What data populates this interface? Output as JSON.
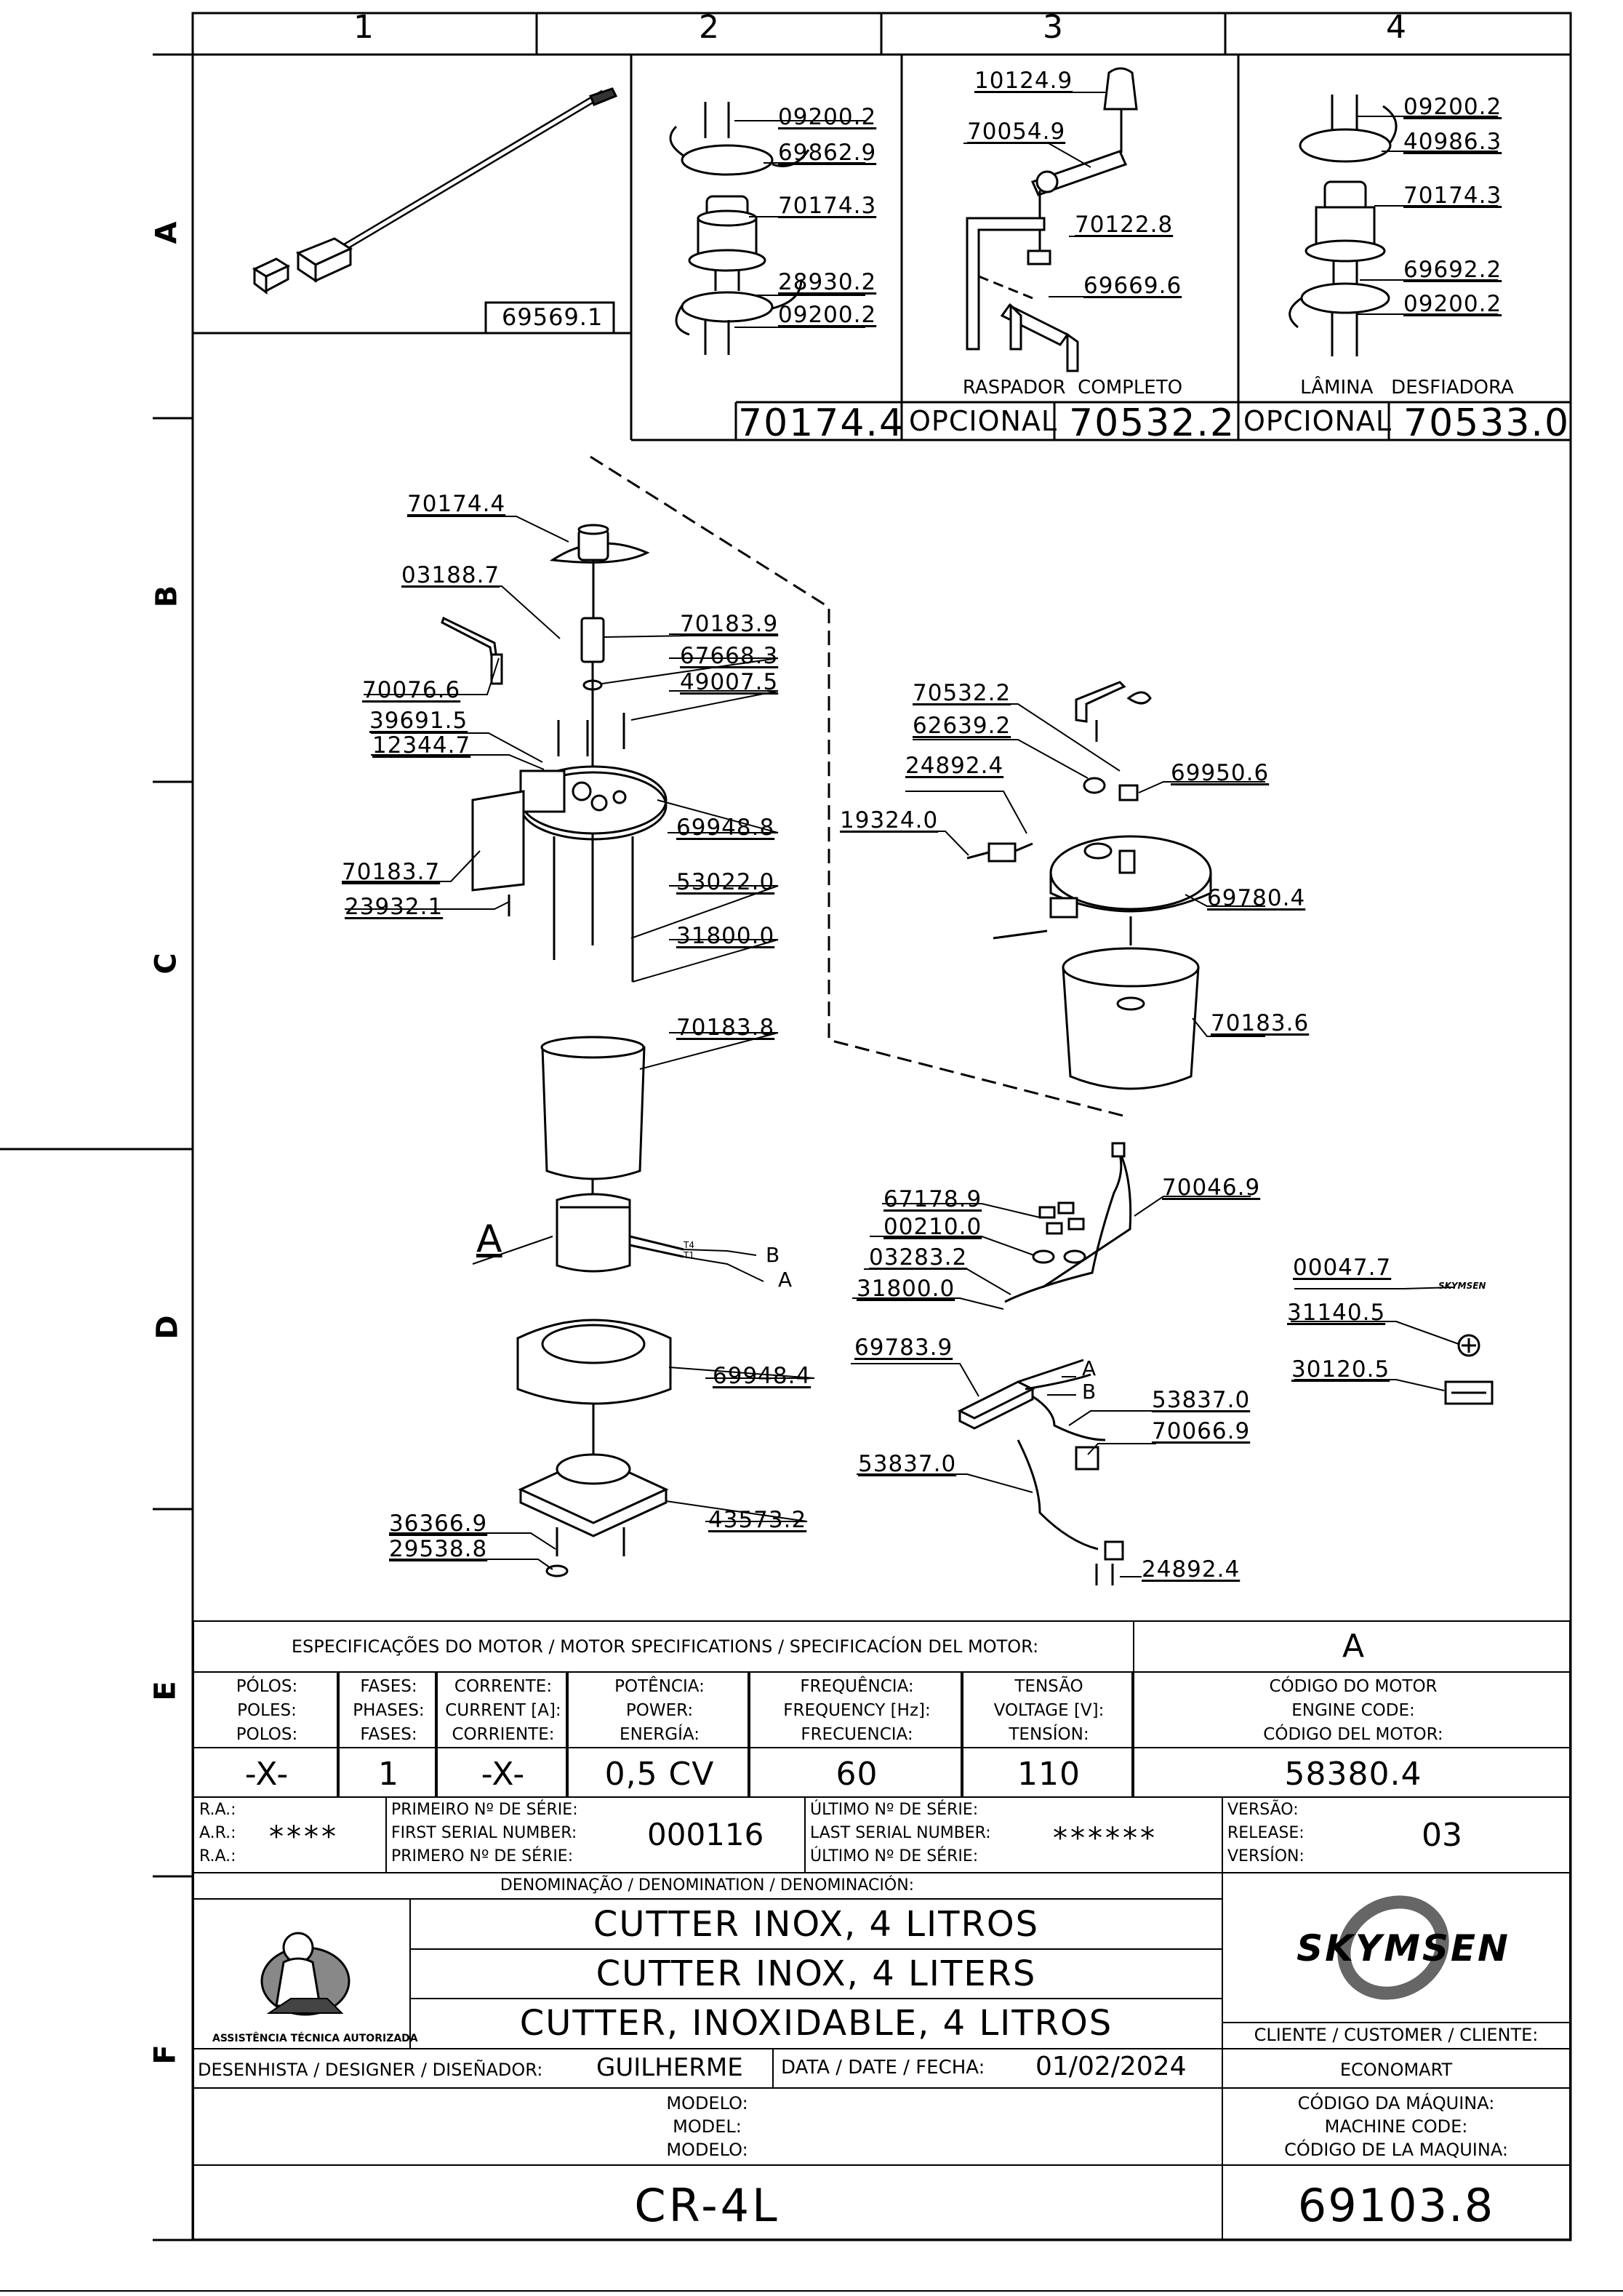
{
  "frame": {
    "columns": [
      "1",
      "2",
      "3",
      "4"
    ],
    "rows": [
      "A",
      "B",
      "C",
      "D",
      "E",
      "F"
    ]
  },
  "parts": {
    "p69569_1": "69569.1",
    "p09200_2a": "09200.2",
    "p69862_9": "69862.9",
    "p70174_3a": "70174.3",
    "p28930_2": "28930.2",
    "p09200_2b": "09200.2",
    "p10124_9": "10124.9",
    "p70054_9": "70054.9",
    "p70122_8": "70122.8",
    "p69669_6": "69669.6",
    "p09200_2c": "09200.2",
    "p40986_3": "40986.3",
    "p70174_3b": "70174.3",
    "p69692_2": "69692.2",
    "p09200_2d": "09200.2",
    "p70174_4a": "70174.4",
    "p03188_7": "03188.7",
    "p70183_9": "70183.9",
    "p67668_3": "67668.3",
    "p70076_6": "70076.6",
    "p49007_5": "49007.5",
    "p39691_5": "39691.5",
    "p12344_7": "12344.7",
    "p69948_8": "69948.8",
    "p70183_7": "70183.7",
    "p53022_0": "53022.0",
    "p23932_1": "23932.1",
    "p31800_0a": "31800.0",
    "p70183_8": "70183.8",
    "p69948_4": "69948.4",
    "p36366_9": "36366.9",
    "p29538_8": "29538.8",
    "p43573_2": "43573.2",
    "p70532_2": "70532.2",
    "p62639_2": "62639.2",
    "p24892_4a": "24892.4",
    "p69950_6": "69950.6",
    "p19324_0": "19324.0",
    "p69780_4": "69780.4",
    "p70183_6": "70183.6",
    "p67178_9": "67178.9",
    "p70046_9": "70046.9",
    "p00210_0": "00210.0",
    "p03283_2": "03283.2",
    "p31800_0b": "31800.0",
    "p00047_7": "00047.7",
    "p31140_5": "31140.5",
    "p69783_9": "69783.9",
    "p30120_5": "30120.5",
    "p53837_0a": "53837.0",
    "p70066_9": "70066.9",
    "p53837_0b": "53837.0",
    "p24892_4b": "24892.4",
    "motor_A": "A",
    "wire_B1": "B",
    "wire_A1": "A",
    "wire_A2": "A",
    "wire_B2": "B",
    "wire_T4": "T4",
    "wire_T1": "T1",
    "logo_small": "SKYMSEN"
  },
  "optional": {
    "kit1_code": "70174.4",
    "raspador_caption": "RASPADOR  COMPLETO",
    "raspador_label": "OPCIONAL",
    "raspador_code": "70532.2",
    "lamina_caption": "LÂMINA   DESFIADORA",
    "lamina_label": "OPCIONAL",
    "lamina_code": "70533.0"
  },
  "motor_specs": {
    "title": "ESPECIFICAÇÕES DO MOTOR / MOTOR SPECIFICATIONS / SPECIFICACÍON DEL MOTOR:",
    "motor_letter": "A",
    "headers": [
      [
        "PÓLOS:",
        "POLES:",
        "POLOS:"
      ],
      [
        "FASES:",
        "PHASES:",
        "FASES:"
      ],
      [
        "CORRENTE:",
        "CURRENT [A]:",
        "CORRIENTE:"
      ],
      [
        "POTÊNCIA:",
        "POWER:",
        "ENERGÍA:"
      ],
      [
        "FREQUÊNCIA:",
        "FREQUENCY [Hz]:",
        "FRECUENCIA:"
      ],
      [
        "TENSÃO",
        "VOLTAGE [V]:",
        "TENSÍON:"
      ],
      [
        "CÓDIGO DO MOTOR",
        "ENGINE CODE:",
        "CÓDIGO DEL MOTOR:"
      ]
    ],
    "values": [
      "-X-",
      "1",
      "-X-",
      "0,5 CV",
      "60",
      "110",
      "58380.4"
    ]
  },
  "serial": {
    "ra_labels": [
      "R.A.:",
      "A.R.:",
      "R.A.:"
    ],
    "ra_value": "****",
    "first_labels": [
      "PRIMEIRO Nº DE SÉRIE:",
      "FIRST SERIAL NUMBER:",
      "PRIMERO Nº DE SÉRIE:"
    ],
    "first_value": "000116",
    "last_labels": [
      "ÚLTIMO Nº DE SÉRIE:",
      "LAST SERIAL NUMBER:",
      "ÚLTIMO Nº DE SÉRIE:"
    ],
    "last_value": "******",
    "version_labels": [
      "VERSÃO:",
      "RELEASE:",
      "VERSÍON:"
    ],
    "version_value": "03"
  },
  "title_block": {
    "denomination_label": "DENOMINAÇÃO / DENOMINATION / DENOMINACIÓN:",
    "names": [
      "CUTTER INOX, 4 LITROS",
      "CUTTER INOX, 4 LITERS",
      "CUTTER, INOXIDABLE, 4 LITROS"
    ],
    "seal_text": "ASSISTÊNCIA TÉCNICA AUTORIZADA",
    "brand": "SKYMSEN",
    "customer_label": "CLIENTE / CUSTOMER / CLIENTE:",
    "customer": "ECONOMART",
    "designer_label": "DESENHISTA / DESIGNER / DISEÑADOR:",
    "designer": "GUILHERME",
    "date_label": "DATA / DATE / FECHA:",
    "date": "01/02/2024",
    "model_labels": [
      "MODELO:",
      "MODEL:",
      "MODELO:"
    ],
    "model": "CR-4L",
    "machine_code_labels": [
      "CÓDIGO DA MÁQUINA:",
      "MACHINE CODE:",
      "CÓDIGO DE LA MAQUINA:"
    ],
    "machine_code": "69103.8"
  }
}
